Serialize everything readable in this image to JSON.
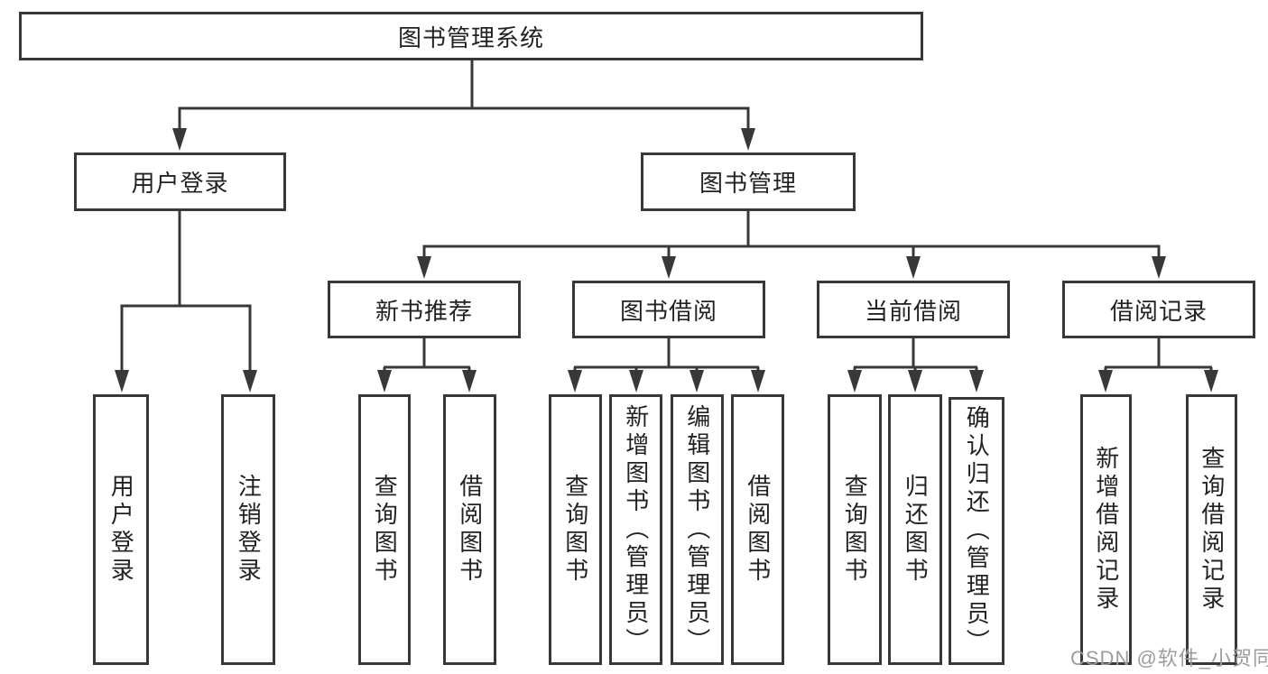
{
  "diagram": {
    "tree": {
      "label": "图书管理系统",
      "children": [
        {
          "label": "用户登录",
          "children": [
            {
              "label": "用户登录"
            },
            {
              "label": "注销登录"
            }
          ]
        },
        {
          "label": "图书管理",
          "children": [
            {
              "label": "新书推荐",
              "children": [
                {
                  "label": "查询图书"
                },
                {
                  "label": "借阅图书"
                }
              ]
            },
            {
              "label": "图书借阅",
              "children": [
                {
                  "label": "查询图书"
                },
                {
                  "label": "新增图书（管理员）"
                },
                {
                  "label": "编辑图书（管理员）"
                },
                {
                  "label": "借阅图书"
                }
              ]
            },
            {
              "label": "当前借阅",
              "children": [
                {
                  "label": "查询图书"
                },
                {
                  "label": "归还图书"
                },
                {
                  "label": "确认归还（管理员）"
                }
              ]
            },
            {
              "label": "借阅记录",
              "children": [
                {
                  "label": "新增借阅记录"
                },
                {
                  "label": "查询借阅记录"
                }
              ]
            }
          ]
        }
      ]
    },
    "colors": {
      "line": "#383838",
      "text": "#222222",
      "background": "#ffffff",
      "watermark": "#9c9c9c"
    }
  },
  "watermark": {
    "text": "CSDN @软件_小贺同学"
  }
}
